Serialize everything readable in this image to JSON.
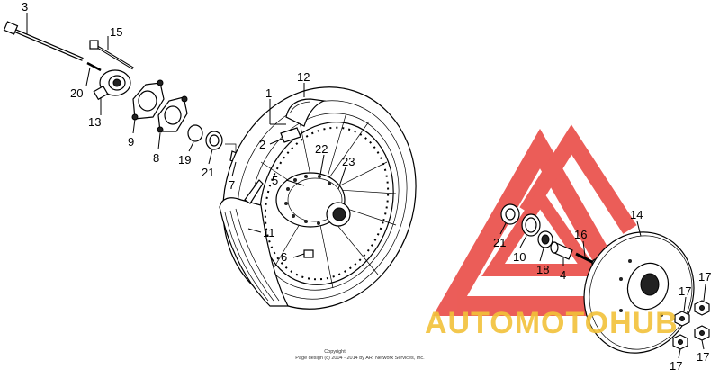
{
  "callouts": [
    {
      "id": "c3",
      "text": "3"
    },
    {
      "id": "c15",
      "text": "15"
    },
    {
      "id": "c20",
      "text": "20"
    },
    {
      "id": "c13",
      "text": "13"
    },
    {
      "id": "c9",
      "text": "9"
    },
    {
      "id": "c8",
      "text": "8"
    },
    {
      "id": "c19",
      "text": "19"
    },
    {
      "id": "c21a",
      "text": "21"
    },
    {
      "id": "c7",
      "text": "7"
    },
    {
      "id": "c1",
      "text": "1"
    },
    {
      "id": "c12",
      "text": "12"
    },
    {
      "id": "c2",
      "text": "2"
    },
    {
      "id": "c22",
      "text": "22"
    },
    {
      "id": "c23",
      "text": "23"
    },
    {
      "id": "c5",
      "text": "5"
    },
    {
      "id": "c11",
      "text": "11"
    },
    {
      "id": "c6",
      "text": "6"
    },
    {
      "id": "c21b",
      "text": "21"
    },
    {
      "id": "c10",
      "text": "10"
    },
    {
      "id": "c18",
      "text": "18"
    },
    {
      "id": "c4",
      "text": "4"
    },
    {
      "id": "c16",
      "text": "16"
    },
    {
      "id": "c14",
      "text": "14"
    },
    {
      "id": "c17a",
      "text": "17"
    },
    {
      "id": "c17b",
      "text": "17"
    },
    {
      "id": "c17c",
      "text": "17"
    },
    {
      "id": "c17d",
      "text": "17"
    }
  ],
  "copyright": {
    "line1": "Copyright",
    "line2": "Page design (c) 2004 - 2014 by ARI Network Services, Inc."
  },
  "watermark": {
    "text": "AUTOMOTOHUB",
    "color_triangle": "#e8413c",
    "color_text": "#f2c23a"
  }
}
